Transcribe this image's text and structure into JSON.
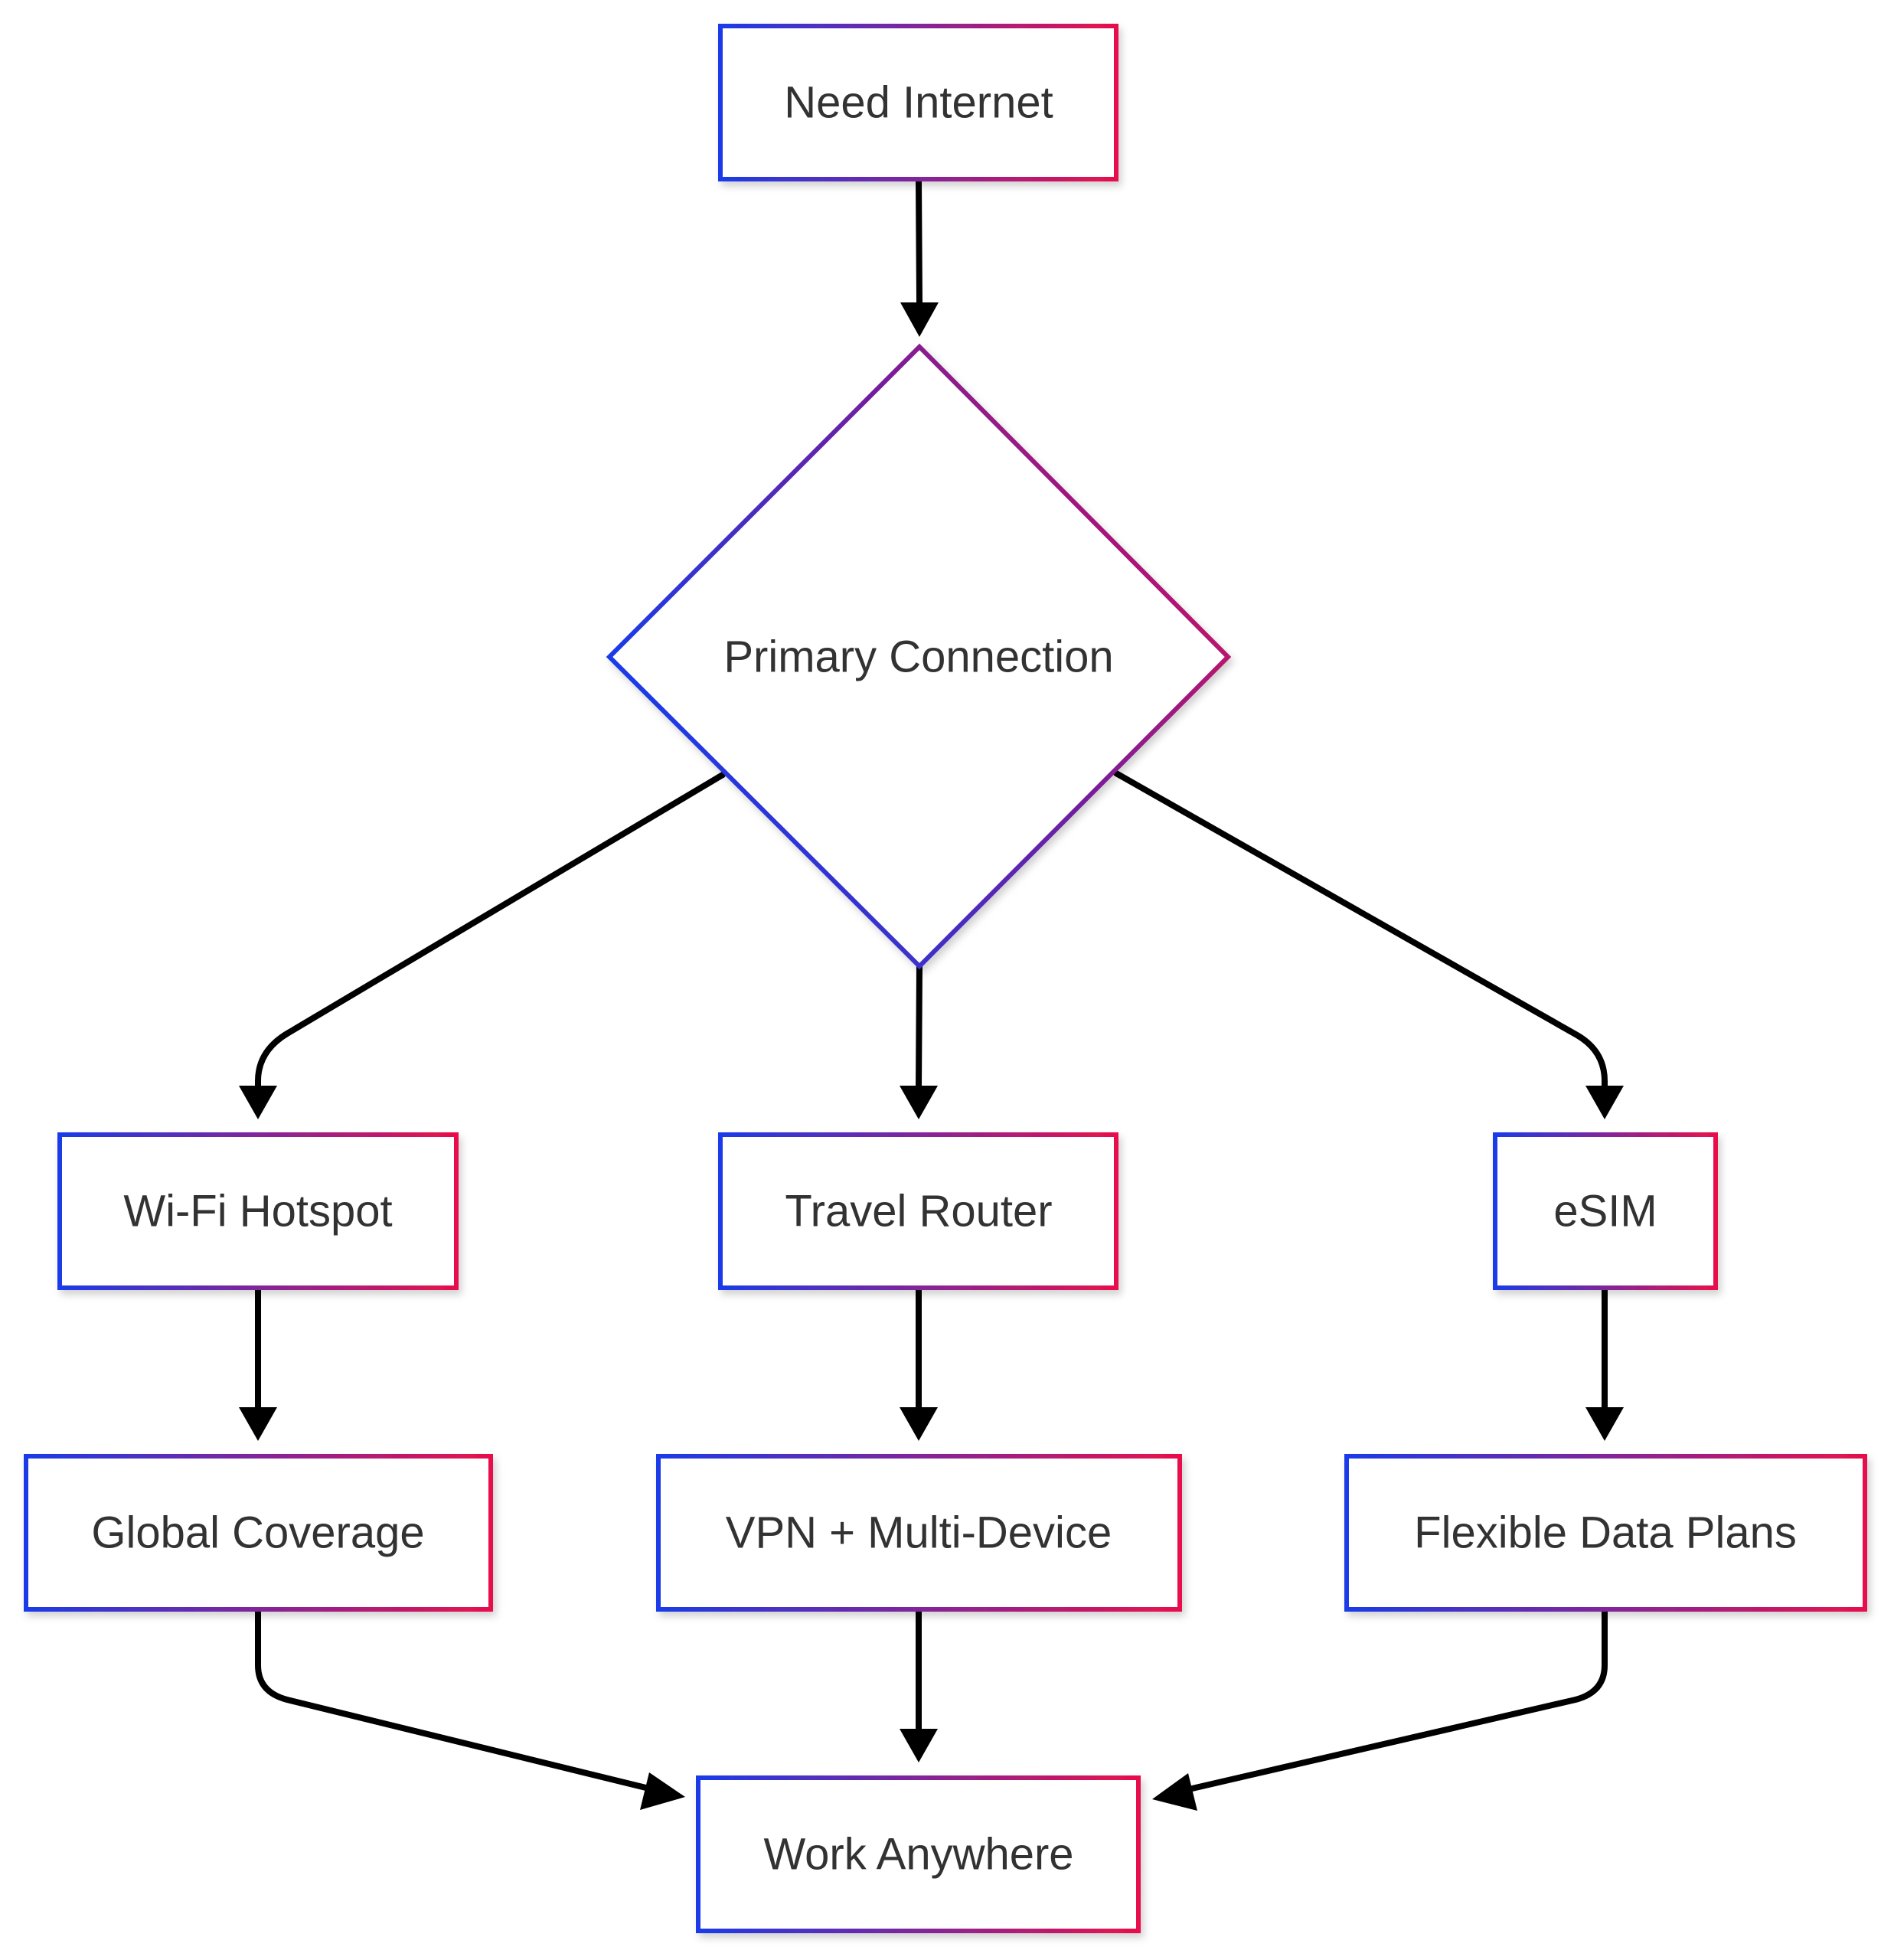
{
  "nodes": {
    "need_internet": "Need Internet",
    "primary_connection": "Primary Connection",
    "wifi_hotspot": "Wi-Fi Hotspot",
    "travel_router": "Travel Router",
    "esim": "eSIM",
    "global_coverage": "Global Coverage",
    "vpn_multi_device": "VPN + Multi-Device",
    "flexible_data_plans": "Flexible Data Plans",
    "work_anywhere": "Work Anywhere"
  },
  "colors": {
    "border_start": "#1a3be8",
    "border_end": "#e8104c",
    "edge": "#000000",
    "text": "#333333"
  }
}
